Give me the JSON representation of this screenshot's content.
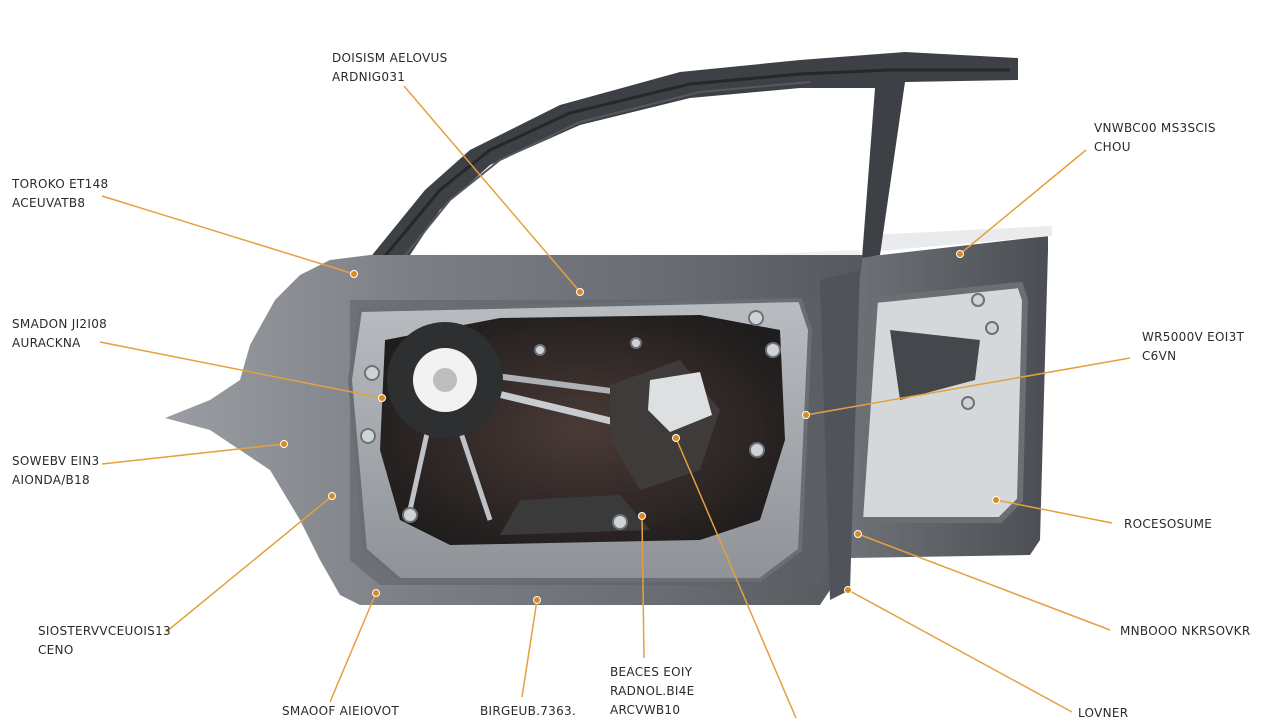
{
  "colors": {
    "leader": "#e4a03e",
    "dot": "#d98a22",
    "panel_dark": "#54585d",
    "panel_mid": "#8a8e93",
    "panel_light": "#b7bbbf",
    "cavity": "#2a2727",
    "frame": "#3b3e42",
    "glass_seal": "#e6e8ea"
  },
  "callouts": [
    {
      "id": "top-center",
      "lines": [
        "DOISISM AELOVUS",
        "ARDNIG031"
      ]
    },
    {
      "id": "top-right",
      "lines": [
        "VNWBC00 MS3SCIS",
        "CHOU"
      ]
    },
    {
      "id": "left-1",
      "lines": [
        "TOROKO ET148",
        "ACEUVATB8"
      ]
    },
    {
      "id": "left-2",
      "lines": [
        "SMADON JI2I08",
        "AURACKNA"
      ]
    },
    {
      "id": "right-mid",
      "lines": [
        "WR5000V EOI3T",
        "C6VN"
      ]
    },
    {
      "id": "left-3",
      "lines": [
        "SOWEBV EIN3",
        "AIONDA/B18"
      ]
    },
    {
      "id": "right-lower",
      "lines": [
        "ROCESOSUME"
      ]
    },
    {
      "id": "left-bottom",
      "lines": [
        "SIOSTERVVCEUOIS13",
        "CENO"
      ]
    },
    {
      "id": "right-bottom",
      "lines": [
        "MNBOOO NKRSOVKR"
      ]
    },
    {
      "id": "bottom-1",
      "lines": [
        "SMAOOF AIEIOVOT"
      ]
    },
    {
      "id": "bottom-2",
      "lines": [
        "BIRGEUB.7363."
      ]
    },
    {
      "id": "bottom-3",
      "lines": [
        "BEACES EOIY",
        "RADNOL.BI4E",
        "ARCVWB10"
      ]
    },
    {
      "id": "bottom-right",
      "lines": [
        "LOVNER"
      ]
    }
  ]
}
